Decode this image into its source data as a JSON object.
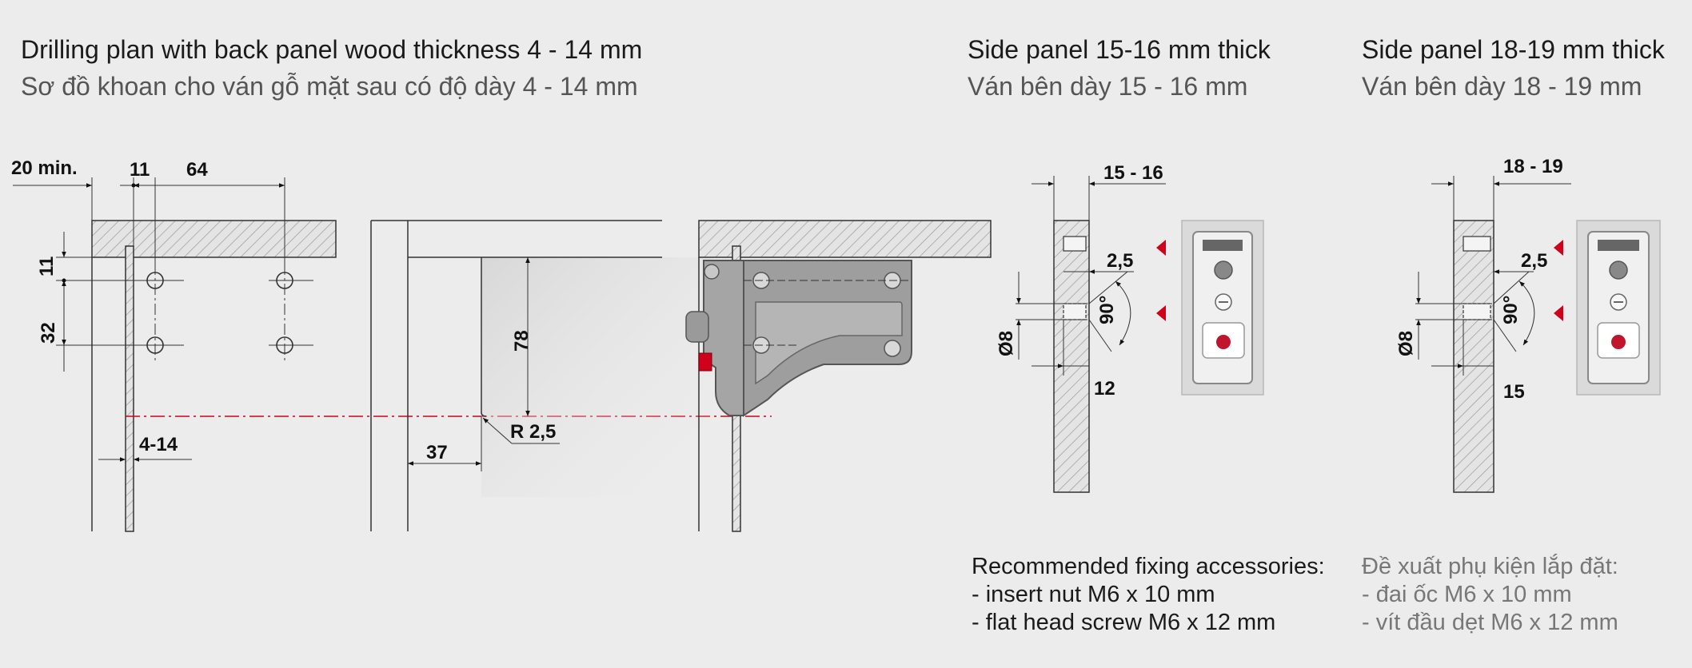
{
  "headers": {
    "drilling_title": "Drilling plan with back panel wood thickness 4 - 14 mm",
    "drilling_subtitle": "Sơ đồ khoan cho ván gỗ mặt sau có độ dày 4 - 14 mm",
    "side15_title": "Side panel 15-16 mm thick",
    "side15_subtitle": "Ván bên dày 15 - 16 mm",
    "side18_title": "Side panel 18-19 mm thick",
    "side18_subtitle": "Ván bên dày 18 - 19 mm"
  },
  "dimensions": {
    "min_20": "20 min.",
    "d11_top": "11",
    "d64": "64",
    "d11_side": "11",
    "d32": "32",
    "d4_14": "4-14",
    "d78": "78",
    "r25": "R 2,5",
    "d37": "37",
    "d15_16": "15 - 16",
    "d25_a": "2,5",
    "d90_a": "90°",
    "d8_a": "Ø8",
    "d12": "12",
    "d18_19": "18 - 19",
    "d25_b": "2,5",
    "d90_b": "90°",
    "d8_b": "Ø8",
    "d15": "15"
  },
  "notes": {
    "en_heading": "Recommended fixing accessories:",
    "en_item1": "- insert nut M6 x 10 mm",
    "en_item2": "- flat head screw M6 x 12 mm",
    "vi_heading": "Đề xuất phụ kiện lắp đặt:",
    "vi_item1": "- đai ốc M6 x 10 mm",
    "vi_item2": "- vít đầu dẹt M6 x 12 mm"
  },
  "colors": {
    "background": "#ececec",
    "accent_red": "#d0021b",
    "line": "#222222",
    "hatch": "#9a9a9a"
  }
}
